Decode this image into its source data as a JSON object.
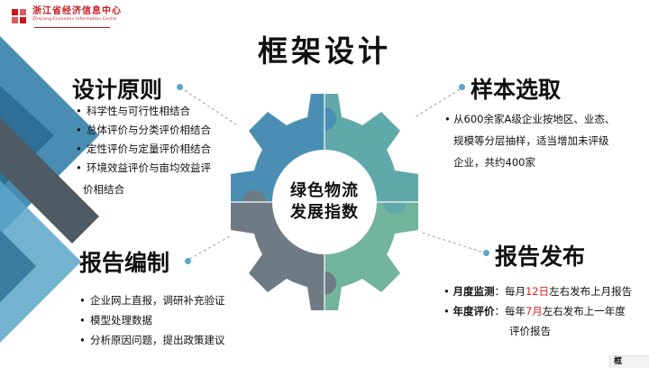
{
  "header": {
    "org_cn": "浙江省经济信息中心",
    "org_en": "Zhejiang Economic Information Center"
  },
  "title": "框架设计",
  "center": {
    "line1": "绿色物流",
    "line2": "发展指数"
  },
  "sections": {
    "design": {
      "heading": "设计原则",
      "items": [
        "科学性与可行性相结合",
        "总体评价与分类评价相结合",
        "定性评价与定量评价相结合",
        "环境效益评价与亩均效益评"
      ],
      "continuation": "价相结合"
    },
    "sample": {
      "heading": "样本选取",
      "text_line1": "从600余家A级企业按地区、业态、",
      "text_line2": "规模等分层抽样，适当增加未评级",
      "text_line3": "企业，共约400家"
    },
    "compile": {
      "heading": "报告编制",
      "items": [
        "企业网上直报，调研补充验证",
        "模型处理数据",
        "分析原因问题，提出政策建议"
      ]
    },
    "release": {
      "heading": "报告发布",
      "row1": {
        "label": "月度监测",
        "pre": "：每月",
        "num": "12日",
        "post": "左右发布上月报告"
      },
      "row2": {
        "label": "年度评价",
        "pre": "：每年",
        "num": "7月",
        "post": "左右发布上一年度"
      },
      "row2_cont": "评价报告"
    }
  },
  "corner_text": "框",
  "colors": {
    "gear_blue": "#4a8fb3",
    "gear_teal": "#5fa9aa",
    "gear_gray": "#6e7b85",
    "gear_green": "#72b49c",
    "highlight_red": "#e02020",
    "brand_red": "#c8161d"
  }
}
